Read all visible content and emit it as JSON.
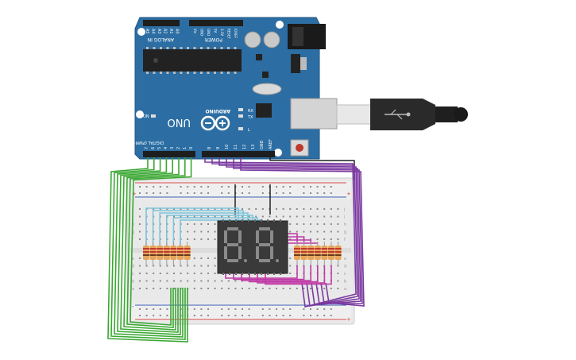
{
  "board": {
    "model": "UNO",
    "brand": "ARDUINO",
    "analog_header": "ANALOG IN",
    "power_header": "POWER",
    "digital_header": "DIGITAL (PWM~)",
    "on_label": "ON",
    "tx_label": "TX",
    "rx_label": "RX",
    "l_label": "L",
    "analog_pins": [
      "A5",
      "A4",
      "A3",
      "A2",
      "A1",
      "A0"
    ],
    "power_pins": [
      "Vin",
      "GND",
      "GND",
      "5V",
      "3.3V",
      "RESET",
      "IOREF"
    ],
    "digital_pins_low": [
      "0",
      "1",
      "2",
      "3",
      "4",
      "5",
      "6",
      "7"
    ],
    "digital_pins_high": [
      "8",
      "9",
      "10",
      "11",
      "12",
      "13",
      "GND",
      "AREF"
    ]
  },
  "breadboard": {
    "row_labels_top": [
      "j",
      "i",
      "h",
      "g",
      "f"
    ],
    "row_labels_bottom": [
      "e",
      "d",
      "c",
      "b",
      "a"
    ],
    "rail_plus": "+",
    "rail_minus": "-",
    "columns": 30
  },
  "display": {
    "digit_count": 2,
    "digits": [
      "8",
      "8"
    ]
  },
  "colors": {
    "board": "#2c6ea3",
    "board_dark": "#1f5583",
    "wire_green": "#3aa832",
    "wire_purple": "#7b3aa0",
    "wire_blue": "#7dc4dc",
    "wire_magenta": "#c03aa6",
    "wire_black": "#222222",
    "rail_red": "#d94a4a",
    "resistor_body": "#e8a45a"
  }
}
